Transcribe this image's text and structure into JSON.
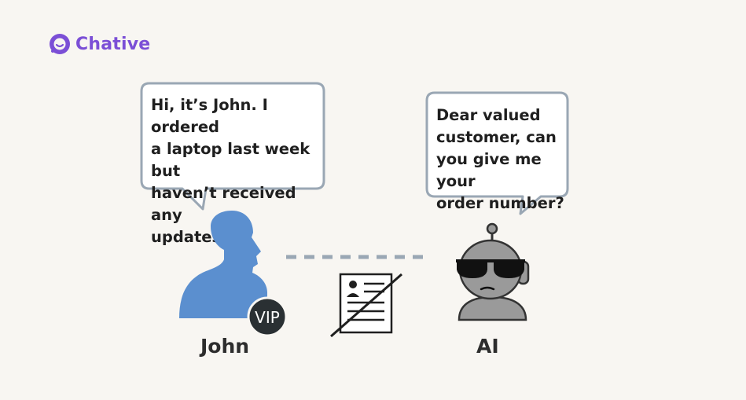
{
  "brand": {
    "name": "Chative",
    "accent_color": "#7b4fd6",
    "icon": "chat-bubble-smile-icon"
  },
  "customer": {
    "name": "John",
    "badge": "VIP",
    "message_lines": [
      "Hi, it’s John. I ordered",
      "a laptop last week but",
      "haven’t received any",
      "updates."
    ],
    "silhouette_color": "#5b8fcf"
  },
  "bot": {
    "name": "AI",
    "message_lines": [
      "Dear valued",
      "customer, can",
      "you give me your",
      "order number?"
    ],
    "body_color": "#9a9a9a"
  },
  "connection": {
    "icon": "crossed-out-profile-card-icon",
    "line_style": "dashed"
  }
}
